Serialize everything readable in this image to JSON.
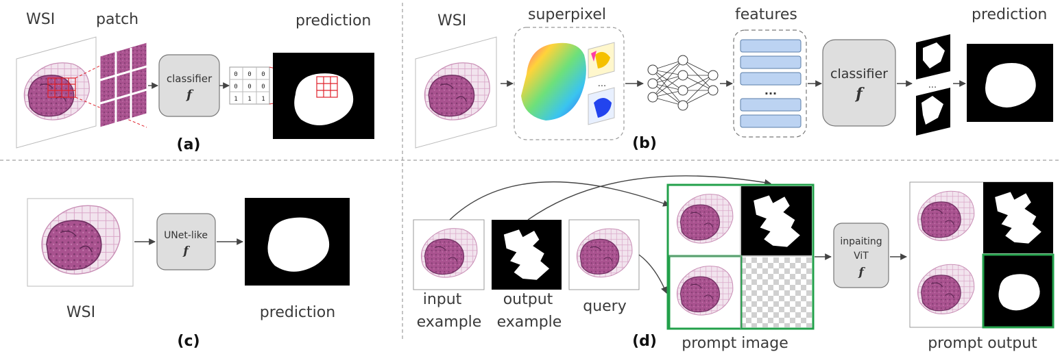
{
  "panel_a": {
    "label": "(a)",
    "wsi": "WSI",
    "patch": "patch",
    "classifier": "classifier",
    "f": "f",
    "matrix": [
      [
        "0",
        "0",
        "0"
      ],
      [
        "0",
        "0",
        "0"
      ],
      [
        "1",
        "1",
        "1"
      ]
    ],
    "prediction": "prediction"
  },
  "panel_b": {
    "label": "(b)",
    "wsi": "WSI",
    "superpixel": "superpixel",
    "features": "features",
    "ellipsis": "...",
    "classifier": "classifier",
    "f": "f",
    "prediction": "prediction"
  },
  "panel_c": {
    "label": "(c)",
    "model": "UNet-like",
    "f": "f",
    "wsi": "WSI",
    "prediction": "prediction"
  },
  "panel_d": {
    "label": "(d)",
    "input_example_1": "input",
    "input_example_2": "example",
    "output_example_1": "output",
    "output_example_2": "example",
    "query": "query",
    "model_1": "inpaiting",
    "model_2": "ViT",
    "f": "f",
    "prompt_image": "prompt image",
    "prompt_output": "prompt output"
  },
  "colors": {
    "tissue": "#b25b9a",
    "tissue_dark": "#8a3e7a",
    "box_fill": "#dedede",
    "feature_fill": "#bcd3f2",
    "green": "#22a04a",
    "red": "#e0202a"
  }
}
